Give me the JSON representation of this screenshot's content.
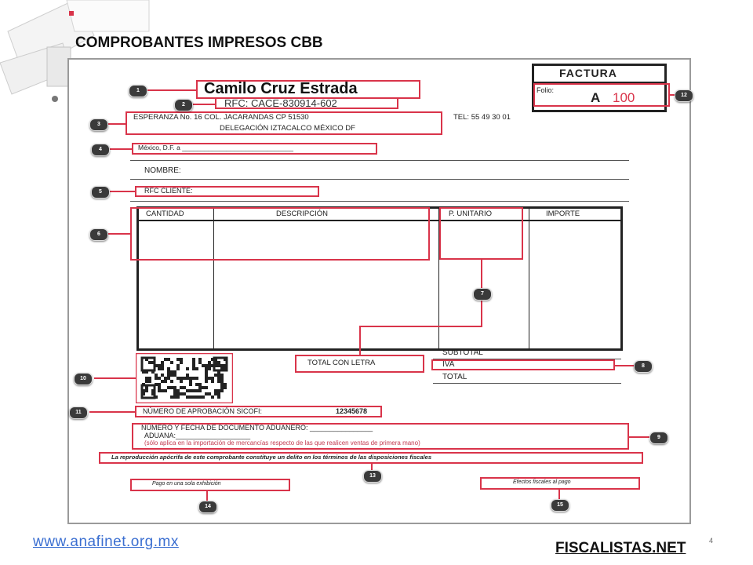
{
  "slide": {
    "title": "COMPROBANTES IMPRESOS CBB",
    "url": "www.anafinet.org.mx",
    "brand": "FISCALISTAS.NET"
  },
  "invoice": {
    "doc_type": "FACTURA",
    "folio_label": "Folio:",
    "series": "A",
    "folio_number": "100",
    "issuer_name": "Camilo Cruz Estrada",
    "issuer_rfc": "RFC: CACE-830914-602",
    "address_line1": "ESPERANZA No. 16 COL. JACARANDAS  CP 51530",
    "address_line2": "DELEGACIÓN IZTACALCO    MÉXICO DF",
    "phone": "TEL: 55 49 30 01",
    "place_date": "México, D.F. a ______________________________",
    "client_name_label": "NOMBRE:",
    "client_rfc_label": "RFC CLIENTE:",
    "columns": [
      "CANTIDAD",
      "DESCRIPCIÓN",
      "P. UNITARIO",
      "IMPORTE"
    ],
    "subtotal_label": "SUBTOTAL",
    "iva_label": "IVA",
    "total_label": "TOTAL",
    "total_letter_label": "TOTAL CON LETRA",
    "approval": "NÚMERO DE APROBACIÓN SICOFI:",
    "approval_number": "12345678",
    "customs_line1": "NÚMERO Y FECHA DE DOCUMENTO ADUANERO: ________________",
    "customs_line2": "ADUANA:___________________",
    "customs_note": "(sólo aplica en la importación de mercancías respecto de las que realicen ventas de primera mano)",
    "legal_notice": "La reproducción apócrifa de este comprobante constituye un delito en los términos de las disposiciones fiscales",
    "payment_single": "Pago en una sola exhibición",
    "tax_effects": "Efectos fiscales al pago"
  },
  "markers": [
    "1",
    "2",
    "3",
    "4",
    "5",
    "6",
    "7",
    "8",
    "9",
    "10",
    "11",
    "12",
    "13",
    "14",
    "15"
  ],
  "colors": {
    "highlight": "#d9344a",
    "link": "#3b6fd1",
    "marker": "#3a3a3a"
  },
  "page_number": "4"
}
